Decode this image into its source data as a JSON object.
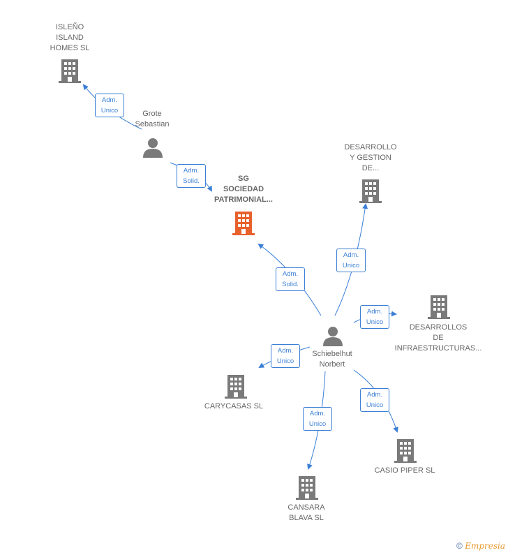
{
  "nodes": {
    "isleno": {
      "label": "ISLEÑO\nISLAND\nHOMES  SL"
    },
    "grote": {
      "label": "Grote\nSebastian"
    },
    "sg": {
      "label": "SG\nSOCIEDAD\nPATRIMONIAL..."
    },
    "desarrollo_gestion": {
      "label": "DESARROLLO\nY GESTION\nDE..."
    },
    "desarrollos_infra": {
      "label": "DESARROLLOS\nDE\nINFRAESTRUCTURAS..."
    },
    "schiebelhut": {
      "label": "Schiebelhut\nNorbert"
    },
    "carycasas": {
      "label": "CARYCASAS  SL"
    },
    "casio": {
      "label": "CASIO PIPER SL"
    },
    "cansara": {
      "label": "CANSARA\nBLAVA  SL"
    }
  },
  "edges": {
    "grote_isleno": "Adm.\nUnico",
    "grote_sg": "Adm.\nSolid.",
    "schiebel_sg": "Adm.\nSolid.",
    "schiebel_desarrollo": "Adm.\nUnico",
    "schiebel_infra": "Adm.\nUnico",
    "schiebel_carycasas": "Adm.\nUnico",
    "schiebel_cansara": "Adm.\nUnico",
    "schiebel_casio": "Adm.\nUnico"
  },
  "footer": {
    "copyright": "©",
    "brand": "Empresia"
  },
  "colors": {
    "edge": "#3a7fd5",
    "building": "#7a7a7a",
    "highlight": "#e8612c",
    "person": "#7a7a7a"
  }
}
